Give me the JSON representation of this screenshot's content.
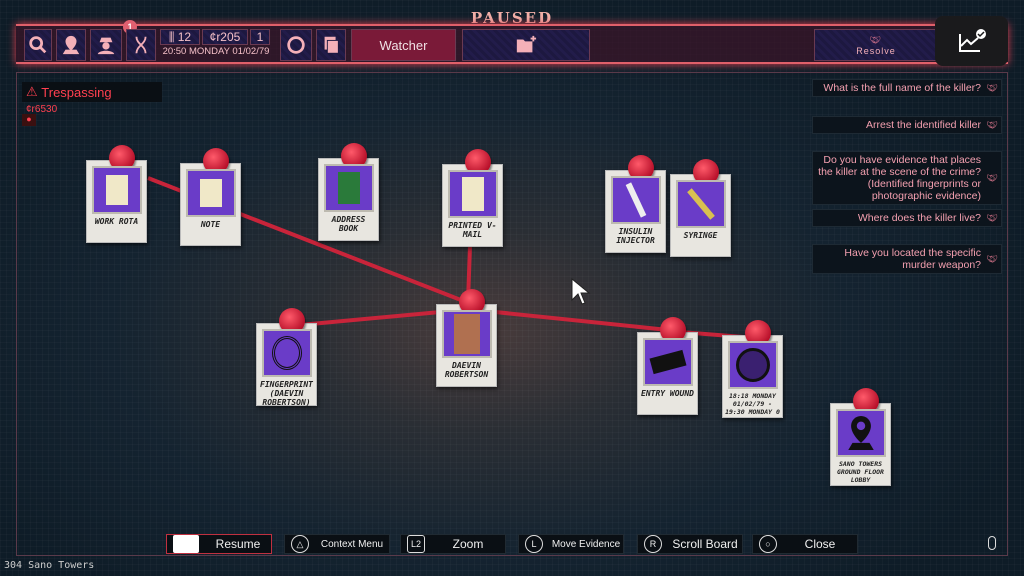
{
  "status": "PAUSED",
  "topbar": {
    "notification_count": "1",
    "stat1": "12",
    "credits": "¢r205",
    "stars": "1",
    "datetime": "20:50 MONDAY 01/02/79",
    "watcher": "Watcher",
    "resolve": "Resolve"
  },
  "alert": {
    "label": "Trespassing",
    "fine": "¢r6530"
  },
  "evidence": [
    {
      "label": "Work Rota"
    },
    {
      "label": "Note"
    },
    {
      "label": "Address Book"
    },
    {
      "label": "Printed V-Mail"
    },
    {
      "label": "Insulin Injector"
    },
    {
      "label": "Syringe"
    },
    {
      "label": "Fingerprint (Daevin Robertson)"
    },
    {
      "label": "Daevin Robertson"
    },
    {
      "label": "Entry Wound"
    },
    {
      "label": "18:18 Monday 01/02/79 - 19:30 Monday 0"
    },
    {
      "label": "Sano Towers Ground floor lobby"
    }
  ],
  "questions": [
    "What is the full name of the killer?",
    "Arrest the identified killer",
    "Do you have evidence that places the killer at the scene of the crime? (Identified fingerprints or photographic evidence)",
    "Where does the killer live?",
    "Have you located the specific murder weapon?"
  ],
  "controls": [
    {
      "icon": "□",
      "label": "Resume"
    },
    {
      "icon": "△",
      "label": "Context Menu"
    },
    {
      "icon": "L2",
      "label": "Zoom"
    },
    {
      "icon": "L",
      "label": "Move Evidence"
    },
    {
      "icon": "R",
      "label": "Scroll Board"
    },
    {
      "icon": "○",
      "label": "Close"
    }
  ],
  "location": "304 Sano Towers",
  "colors": {
    "accent": "#e0606a",
    "string": "#c8243a",
    "card_image": "#6a3cc8"
  }
}
